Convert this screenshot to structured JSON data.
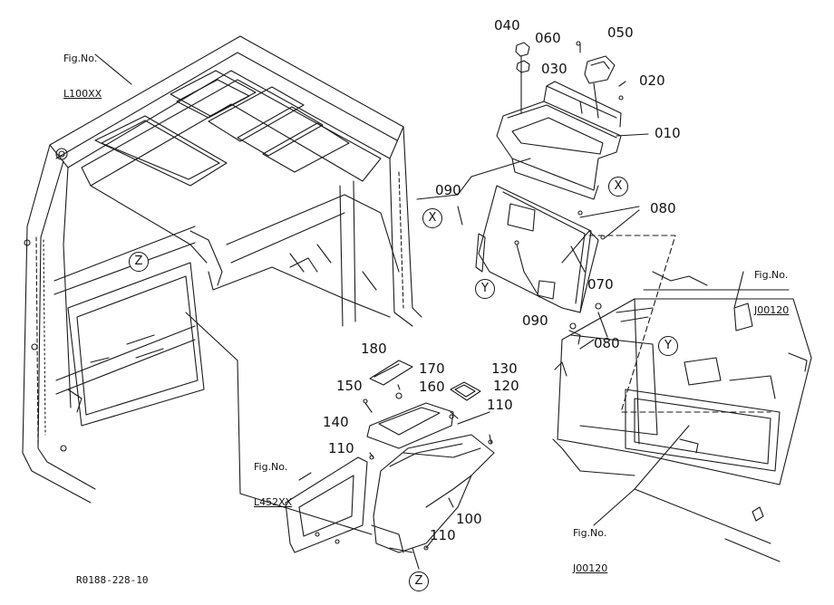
{
  "figure_refs": {
    "top_left": {
      "line1": "Fig.No.",
      "line2": "L100XX"
    },
    "right": {
      "line1": "Fig.No.",
      "line2": "J00120"
    },
    "bottom_right": {
      "line1": "Fig.No.",
      "line2": "J00120"
    },
    "lower_left": {
      "line1": "Fig.No.",
      "line2": "L452XX"
    }
  },
  "part_labels": {
    "p010": "010",
    "p020": "020",
    "p030": "030",
    "p040": "040",
    "p050": "050",
    "p060": "060",
    "p070": "070",
    "p080a": "080",
    "p080b": "080",
    "p090a": "090",
    "p090b": "090",
    "p100": "100",
    "p110a": "110",
    "p110b": "110",
    "p110c": "110",
    "p120": "120",
    "p130": "130",
    "p140": "140",
    "p150": "150",
    "p160": "160",
    "p170": "170",
    "p180": "180"
  },
  "view_markers": {
    "x1": "X",
    "x2": "X",
    "y1": "Y",
    "y2": "Y",
    "z1": "Z",
    "z2": "Z"
  },
  "drawing_code": "R0188-228-10"
}
